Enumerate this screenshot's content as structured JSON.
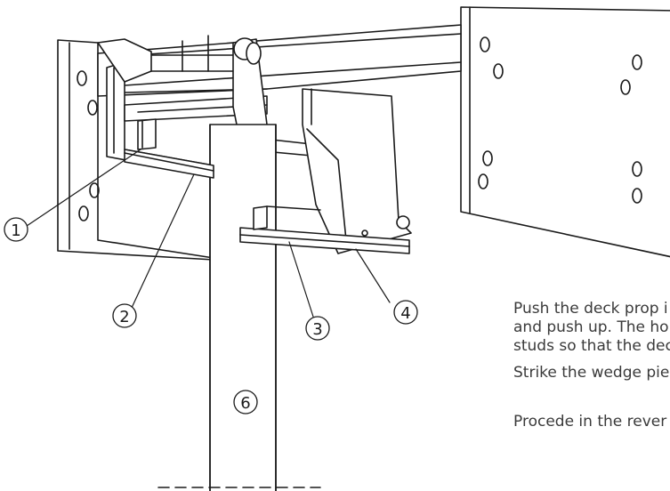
{
  "callouts": {
    "one": "1",
    "two": "2",
    "three": "3",
    "four": "4",
    "six": "6"
  },
  "instructions": [
    "Push the deck prop i\nand push up. The ho\nstuds so that the dec",
    "Strike the wedge pie",
    "Procede in the rever"
  ],
  "colors": {
    "line": "#1a1a1a",
    "background": "#ffffff"
  }
}
